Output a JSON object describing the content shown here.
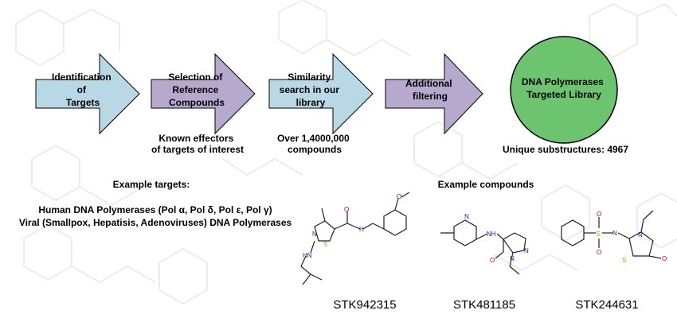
{
  "flow": {
    "steps": [
      {
        "lines": [
          "Identification",
          "of",
          "Targets"
        ],
        "color": "#b9d8e6"
      },
      {
        "lines": [
          "Selection of",
          "Reference",
          "Compounds"
        ],
        "color": "#b7a8ce"
      },
      {
        "lines": [
          "Similarity",
          "search in our",
          "library"
        ],
        "color": "#b9d8e6"
      },
      {
        "lines": [
          "Additional",
          "filtering"
        ],
        "color": "#b7a8ce"
      }
    ],
    "result": {
      "lines": [
        "DNA Polymerases",
        "Targeted Library"
      ],
      "color": "#6dc46e"
    }
  },
  "notes": {
    "known_effectors": [
      "Known effectors",
      "of targets of interest"
    ],
    "library_size": [
      "Over 1,4000,000",
      "compounds"
    ],
    "unique": "Unique substructures: 4967"
  },
  "targets": {
    "heading": "Example targets:",
    "line1": "Human DNA Polymerases (Pol α, Pol δ, Pol ε, Pol γ)",
    "line2": "Viral (Smallpox, Hepatisis, Adenoviruses) DNA Polymerases"
  },
  "compounds": {
    "heading": "Example compounds",
    "ids": [
      "STK942315",
      "STK481185",
      "STK244631"
    ]
  },
  "colors": {
    "atom_O": "#cc0000",
    "atom_N": "#1a1acc",
    "atom_S": "#b8a000",
    "bond": "#222222"
  }
}
